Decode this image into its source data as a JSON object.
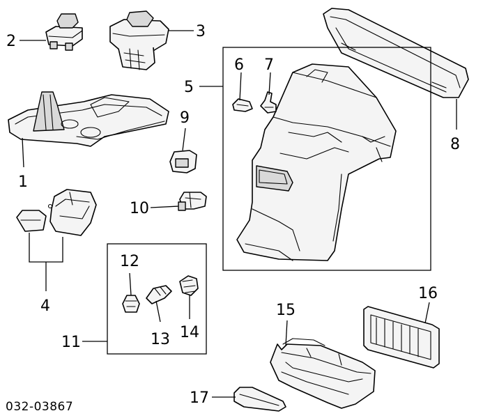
{
  "diagram_code": "032-03867",
  "callouts": {
    "p1": "1",
    "p2": "2",
    "p3": "3",
    "p4": "4",
    "p5": "5",
    "p6": "6",
    "p7": "7",
    "p8": "8",
    "p9": "9",
    "p10": "10",
    "p11": "11",
    "p12": "12",
    "p13": "13",
    "p14": "14",
    "p15": "15",
    "p16": "16",
    "p17": "17"
  }
}
